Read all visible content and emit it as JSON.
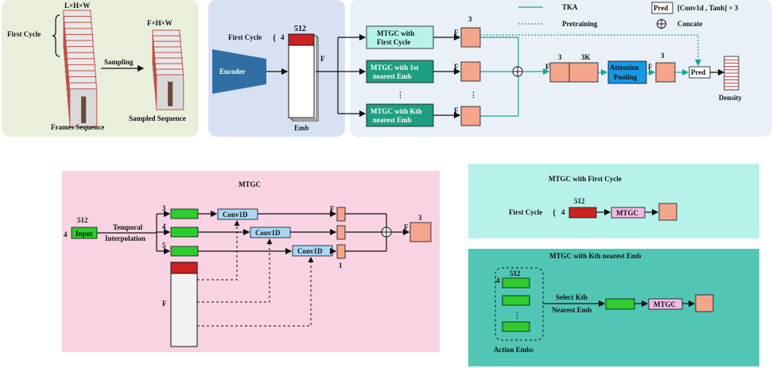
{
  "top": {
    "frames": {
      "dims_label": "L×H×W",
      "first_cycle": "First Cycle",
      "sampling": "Sampling",
      "sampled_dims": "F×H×W",
      "frames_sequence": "Frames Sequence",
      "sampled_sequence": "Sampled Sequence"
    },
    "encoder": {
      "encoder": "Encoder",
      "first_cycle": "First Cycle",
      "four": "4",
      "size": "512",
      "f": "F",
      "emb": "Emb"
    },
    "pipeline": {
      "mtgc_first_l1": "MTGC with",
      "mtgc_first_l2": "First Cycle",
      "mtgc_1st_l1": "MTGC with 1st",
      "mtgc_1st_l2": "nearest Emb",
      "mtgc_kth_l1": "MTGC with Kth",
      "mtgc_kth_l2": "nearest Emb",
      "ellipsis": "⋮",
      "f": "F",
      "three": "3",
      "three_k": "3K",
      "attention_l1": "Attention",
      "attention_l2": "Pooling",
      "pred": "Pred",
      "density": "Density"
    },
    "legend": {
      "tka": "TKA",
      "pretraining": "Pretraining",
      "pred": "Pred",
      "pred_desc": "[Conv1d , Tanh] × 3",
      "concate": "Concate"
    }
  },
  "mtgc": {
    "title": "MTGC",
    "size": "512",
    "four": "4",
    "input": "Input",
    "temporal_l1": "Temporal",
    "temporal_l2": "Interpolation",
    "b3": "3",
    "b4": "4",
    "b5": "5",
    "conv1d": "Conv1D",
    "f": "F",
    "one": "1",
    "three": "3"
  },
  "first_cycle_panel": {
    "title": "MTGC with First Cycle",
    "first_cycle": "First Cycle",
    "four": "4",
    "size": "512",
    "mtgc": "MTGC"
  },
  "kth_panel": {
    "title": "MTGC with Kth nearest Emb",
    "size": "512",
    "four": "4",
    "select_l1": "Select Kth",
    "select_l2": "Nearest Emb",
    "mtgc": "MTGC",
    "action_embs": "Action Embs"
  },
  "colors": {
    "green_panel": "#e8f0dc",
    "blue_panel": "#d7e1f2",
    "pipeline_panel": "#e9f0f8",
    "pink_panel": "#f7d3e4",
    "aqua_panel": "#b7f2ea",
    "teal_panel": "#52c6b4",
    "green_block": "#2ecc2e",
    "red_block": "#cc2222",
    "salmon": "#f4a68c",
    "teal_box": "#1f9e82",
    "conv_blue": "#a6d8f5",
    "attention_blue": "#1598e6",
    "encoder_blue": "#2f6fa3",
    "mtgc_pink": "#f4b8e6"
  },
  "icons": [
    "concat-circle-plus-icon",
    "brace-icon",
    "arrow-icon",
    "frame-stack-icon"
  ]
}
